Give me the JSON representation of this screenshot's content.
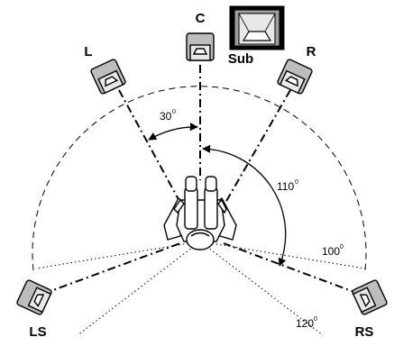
{
  "speakers": {
    "center": "C",
    "left": "L",
    "right": "R",
    "subwoofer": "Sub",
    "left_surround": "LS",
    "right_surround": "RS"
  },
  "angles": {
    "front": "30",
    "surround": "110",
    "surround_min": "100",
    "surround_max": "120",
    "degree_mark": "0"
  },
  "colors": {
    "line": "#000000",
    "speaker_fill": "#bdbdbd",
    "speaker_face": "#e8e8e8",
    "sub_fill": "#9e9e9e"
  }
}
